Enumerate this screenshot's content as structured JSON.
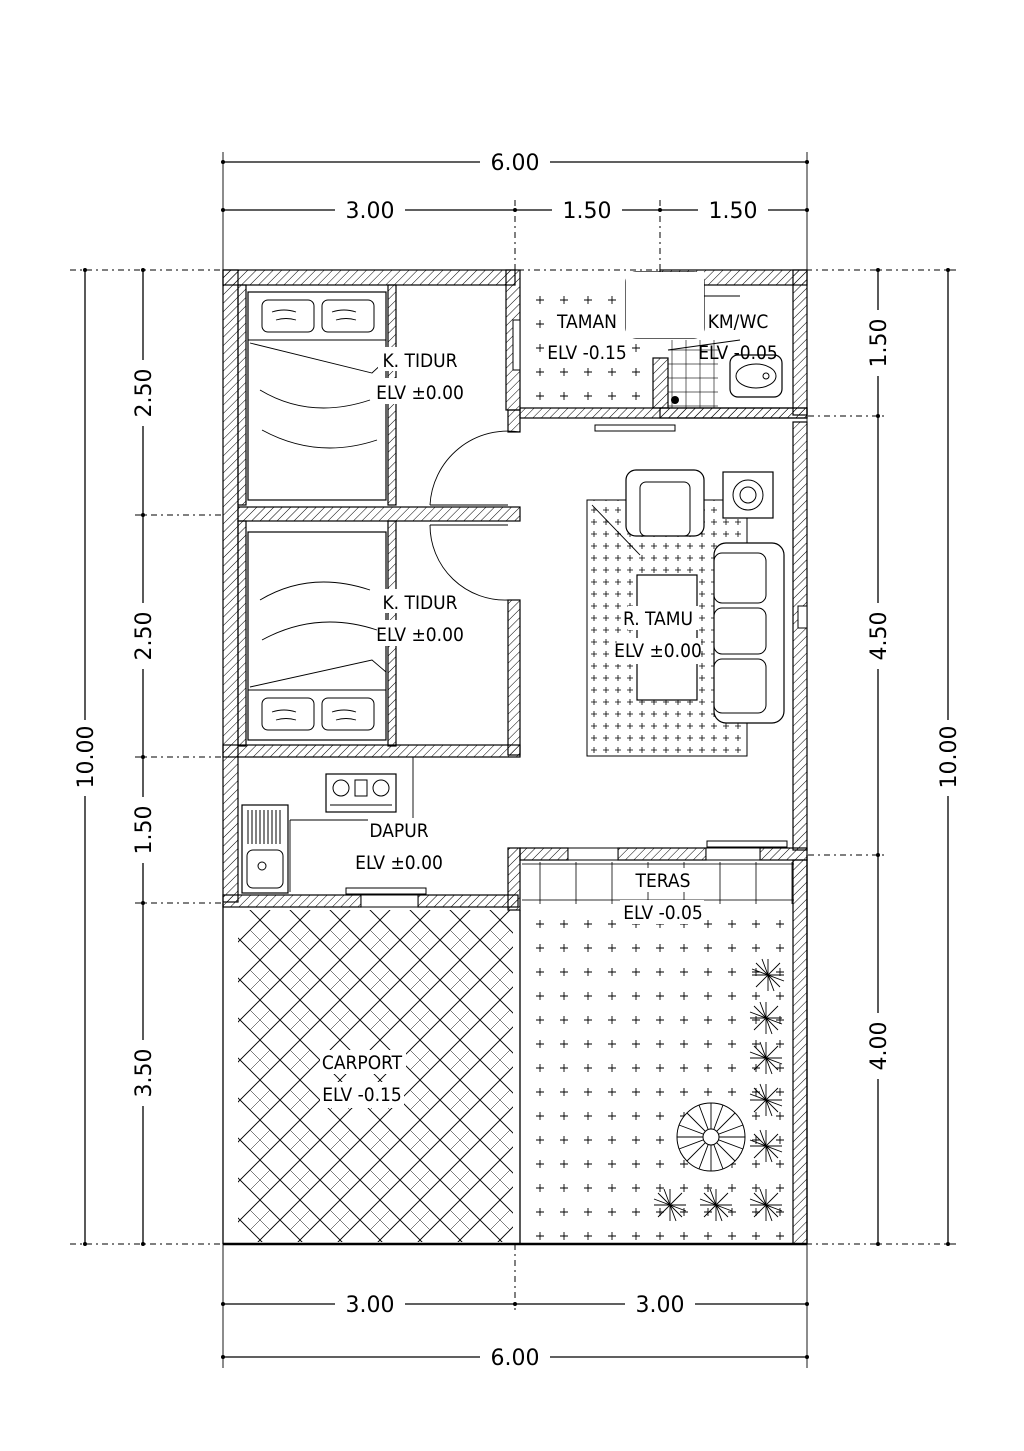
{
  "dimensions": {
    "top_total": "6.00",
    "top_segments": [
      "3.00",
      "1.50",
      "1.50"
    ],
    "bottom_segments": [
      "3.00",
      "3.00"
    ],
    "bottom_total": "6.00",
    "left_total": "10.00",
    "left_segments": [
      "2.50",
      "2.50",
      "1.50",
      "3.50"
    ],
    "right_total": "10.00",
    "right_segments": [
      "1.50",
      "4.50",
      "4.00"
    ]
  },
  "rooms": [
    {
      "name": "K. TIDUR",
      "elevation": "ELV ±0.00"
    },
    {
      "name": "K. TIDUR",
      "elevation": "ELV ±0.00"
    },
    {
      "name": "TAMAN",
      "elevation": "ELV -0.15"
    },
    {
      "name": "KM/WC",
      "elevation": "ELV -0.05"
    },
    {
      "name": "R. TAMU",
      "elevation": "ELV ±0.00"
    },
    {
      "name": "DAPUR",
      "elevation": "ELV ±0.00"
    },
    {
      "name": "TERAS",
      "elevation": "ELV -0.05"
    },
    {
      "name": "CARPORT",
      "elevation": "ELV -0.15"
    }
  ]
}
